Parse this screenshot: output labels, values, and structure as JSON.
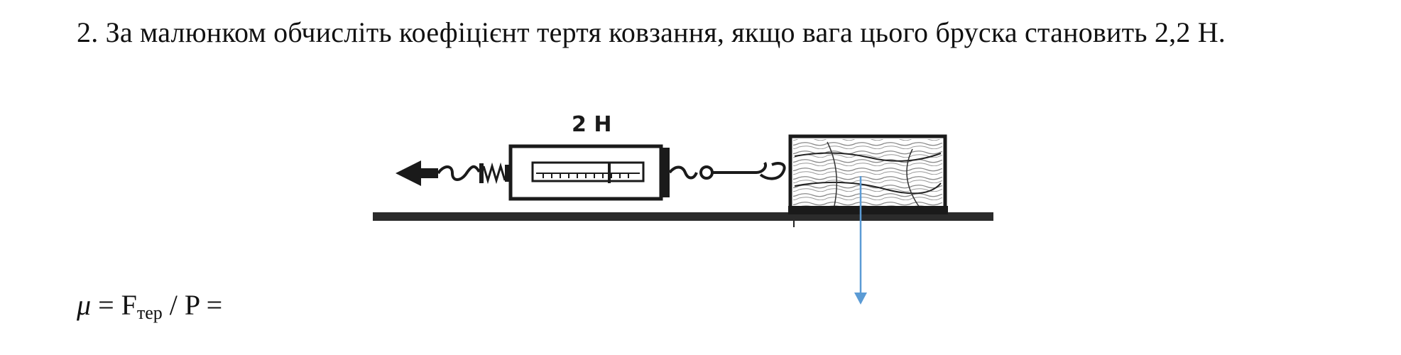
{
  "task": {
    "text": "2. За малюнком обчисліть коефіцієнт тертя ковзання, якщо вага цього бруска становить 2,2 Н."
  },
  "figure": {
    "dynamometer_reading": "2 Н",
    "colors": {
      "ink": "#1a1a1a",
      "weight_arrow": "#5b9bd5"
    },
    "icons": [
      "pull-arrow-icon",
      "spring-icon",
      "hook-icon",
      "wood-block-icon"
    ]
  },
  "formula": {
    "mu": "μ",
    "eq1": " = F",
    "sub": "тер",
    "rest": " / P ="
  }
}
